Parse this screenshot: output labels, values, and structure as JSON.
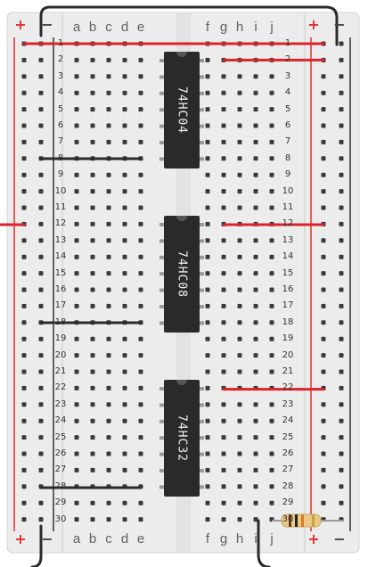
{
  "breadboard": {
    "column_letters_left": [
      "a",
      "b",
      "c",
      "d",
      "e"
    ],
    "column_letters_right": [
      "f",
      "g",
      "h",
      "i",
      "j"
    ],
    "row_numbers": [
      "1",
      "2",
      "3",
      "4",
      "5",
      "6",
      "7",
      "8",
      "9",
      "10",
      "11",
      "12",
      "13",
      "14",
      "15",
      "16",
      "17",
      "18",
      "19",
      "20",
      "21",
      "22",
      "23",
      "24",
      "25",
      "26",
      "27",
      "28",
      "29",
      "30"
    ],
    "rail_plus": "+",
    "rail_minus": "−"
  },
  "chips": [
    {
      "label": "74HC04"
    },
    {
      "label": "74HC08"
    },
    {
      "label": "74HC32"
    }
  ],
  "components": {
    "resistor": "resistor-icon"
  },
  "colors": {
    "board": "#ececec",
    "rail_red": "#e03030",
    "wire_red": "#d9242b",
    "wire_black": "#2b2b2b",
    "chip": "#2a2a2a",
    "hole": "#3a3a3a"
  }
}
